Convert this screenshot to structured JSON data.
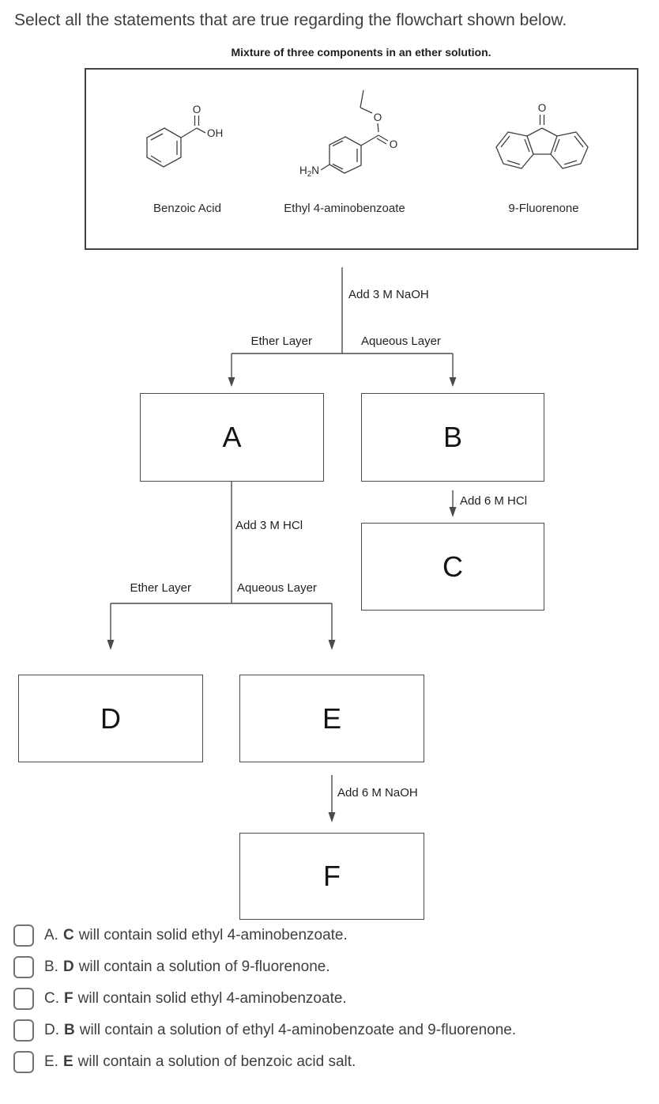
{
  "question": "Select all the statements that are true regarding the flowchart shown below.",
  "flowchart": {
    "title": "Mixture of three components in an ether solution.",
    "component_labels": [
      "Benzoic Acid",
      "Ethyl 4-aminobenzoate",
      "9-Fluorenone"
    ],
    "atoms": {
      "benzoic": {
        "carbonyl_o": "O",
        "hydroxyl": "OH"
      },
      "ethyl": {
        "ester_o": "O",
        "carbonyl_o": "O",
        "amine_h": "H",
        "amine_sub": "2",
        "amine_n": "N"
      },
      "fluorenone": {
        "carbonyl_o": "O"
      }
    },
    "steps": {
      "naoh3": "Add 3 M NaOH",
      "hcl6": "Add 6 M HCl",
      "hcl3": "Add 3 M HCl",
      "naoh6": "Add 6 M NaOH"
    },
    "branch1": {
      "left": "Ether Layer",
      "right": "Aqueous Layer"
    },
    "branch2": {
      "left": "Ether Layer",
      "right": "Aqueous Layer"
    },
    "boxes": {
      "a": "A",
      "b": "B",
      "c": "C",
      "d": "D",
      "e": "E",
      "f": "F"
    }
  },
  "options": [
    {
      "prefix": "A.",
      "box": "C",
      "text": "will contain solid ethyl 4-aminobenzoate.",
      "checked": false
    },
    {
      "prefix": "B.",
      "box": "D",
      "text": "will contain a solution of 9-fluorenone.",
      "checked": false
    },
    {
      "prefix": "C.",
      "box": "F",
      "text": "will contain solid ethyl 4-aminobenzoate.",
      "checked": false
    },
    {
      "prefix": "D.",
      "box": "B",
      "text": "will contain a solution of ethyl 4-aminobenzoate and 9-fluorenone.",
      "checked": false
    },
    {
      "prefix": "E.",
      "box": "E",
      "text": "will contain a solution of benzoic acid salt.",
      "checked": false
    }
  ],
  "colors": {
    "text": "#3c4043",
    "flow_line": "#4b4b4b",
    "checkbox_border": "#70757a"
  }
}
